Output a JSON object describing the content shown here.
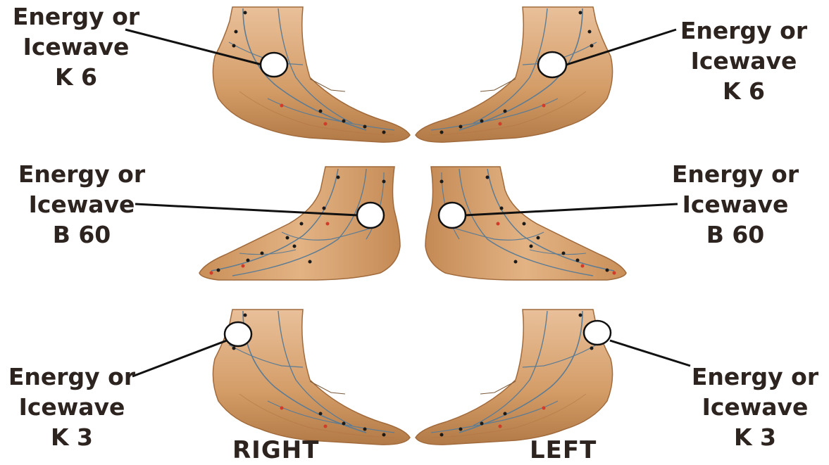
{
  "labels": {
    "right_top": {
      "line1": "Energy or",
      "line2": "Icewave",
      "point": "K 6"
    },
    "left_top": {
      "line1": "Energy or",
      "line2": "Icewave",
      "point": "K 6"
    },
    "right_middle": {
      "line1": "Energy or",
      "line2": "Icewave",
      "point": "B 60"
    },
    "left_middle": {
      "line1": "Energy or",
      "line2": "Icewave",
      "point": "B 60"
    },
    "right_bottom": {
      "line1": "Energy or",
      "line2": "Icewave",
      "point": "K 3"
    },
    "left_bottom": {
      "line1": "Energy or",
      "line2": "Icewave",
      "point": "K 3"
    }
  },
  "sides": {
    "right": "RIGHT",
    "left": "LEFT"
  },
  "colors": {
    "skin_light": "#e6b98a",
    "skin_mid": "#d09a66",
    "skin_dark": "#a8703f",
    "meridian_line": "#5c7c94",
    "point_dot": "#1a1a1a",
    "point_red": "#d33a2a",
    "marker_fill": "#ffffff",
    "marker_stroke": "#1a1a1a",
    "text": "#2d2420"
  }
}
